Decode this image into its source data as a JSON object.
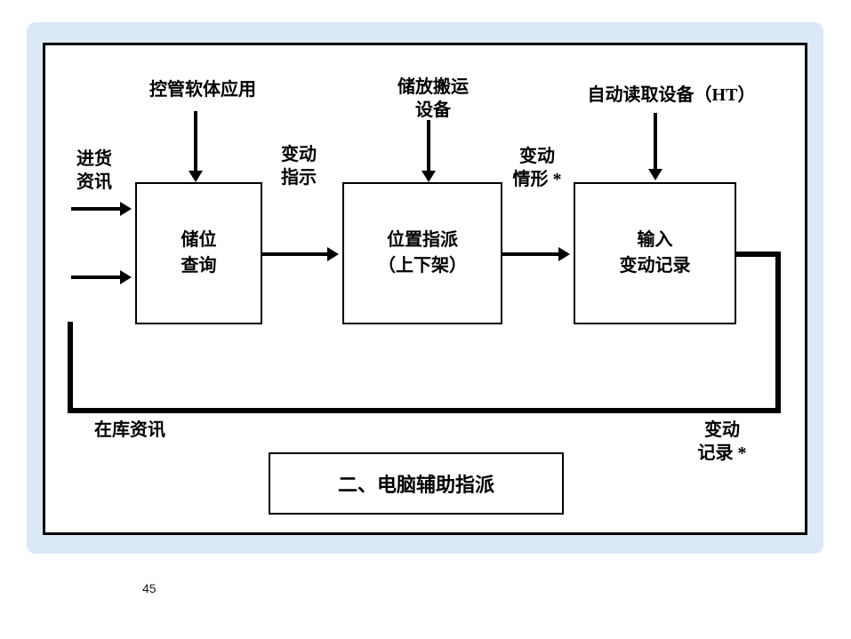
{
  "slide": {
    "page_number": "45",
    "colors": {
      "mat_background": "#dbe8f5",
      "frame_border": "#000000",
      "ink": "#000000",
      "box_background": "#ffffff"
    },
    "caption_box": {
      "text": "二、电脑辅助指派"
    }
  },
  "diagram": {
    "type": "flowchart",
    "process_boxes": [
      {
        "id": "storage-location-query",
        "line1": "储位",
        "line2": "查询"
      },
      {
        "id": "position-assignment",
        "line1": "位置指派",
        "line2": "（上下架）"
      },
      {
        "id": "input-change-record",
        "line1": "输入",
        "line2": "变动记录"
      }
    ],
    "top_inputs": [
      {
        "id": "control-software",
        "text": "控管软体应用"
      },
      {
        "id": "storage-handling-equipment",
        "line1": "储放搬运",
        "line2": "设备"
      },
      {
        "id": "auto-reading-device",
        "text": "自动读取设备（HT）"
      }
    ],
    "flow_labels": [
      {
        "id": "incoming-goods-info",
        "line1": "进货",
        "line2": "资讯"
      },
      {
        "id": "change-instruction",
        "line1": "变动",
        "line2": "指示"
      },
      {
        "id": "change-status",
        "line1": "变动",
        "line2": "情形 *"
      },
      {
        "id": "in-stock-info",
        "text": "在库资讯"
      },
      {
        "id": "change-record",
        "line1": "变动",
        "line2": "记录 *"
      }
    ],
    "connections": [
      "进货资讯 → 储位查询 (两条输入箭头)",
      "控管软体应用 ↓ 储位查询",
      "储位查询 →(变动指示) 位置指派（上下架）",
      "储放搬运设备 ↓ 位置指派（上下架）",
      "位置指派（上下架） →(变动情形 *) 输入变动记录",
      "自动读取设备（HT） ↓ 输入变动记录",
      "输入变动记录 →(变动记录 *) 回路 →(在库资讯) 返回输入端"
    ]
  }
}
